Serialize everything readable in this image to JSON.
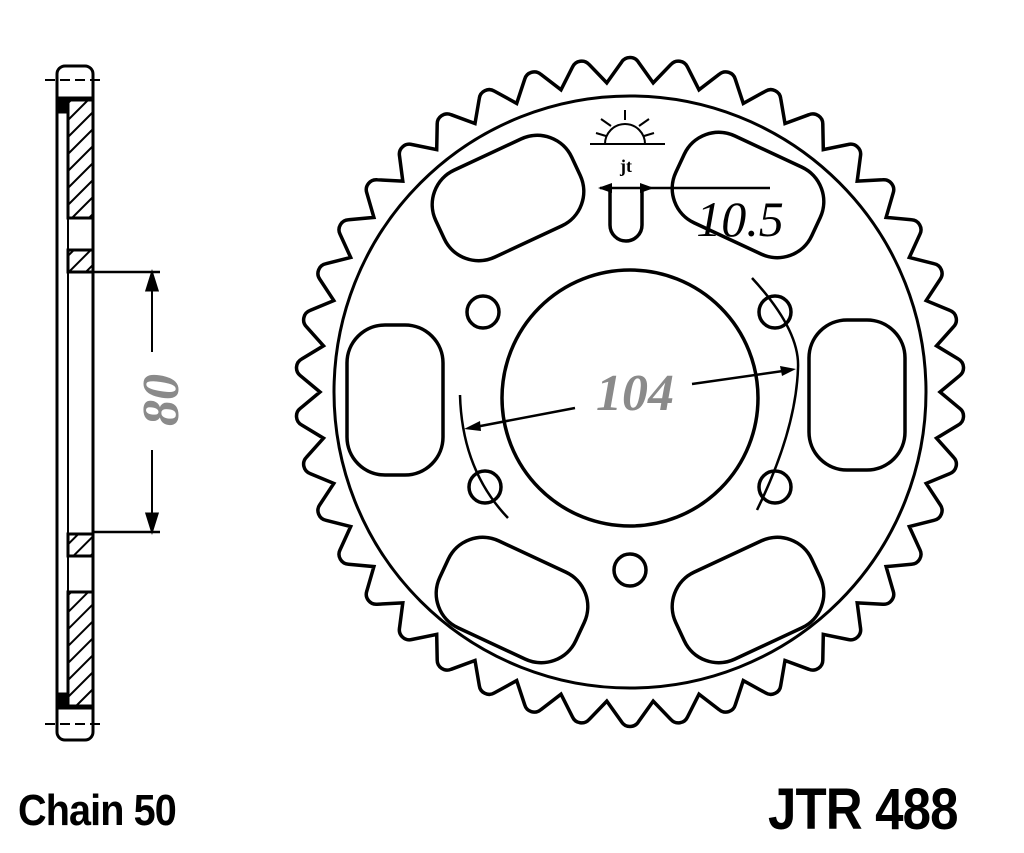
{
  "drawing": {
    "chain_label": "Chain 50",
    "part_number": "JTR 488",
    "dimension_bore": "80",
    "dimension_pcd": "104",
    "dimension_bolt": "10.5",
    "symbol_text": "jt",
    "tooth_count": 42,
    "colors": {
      "line": "#000000",
      "dimension_text": "#8a8a8a"
    }
  }
}
